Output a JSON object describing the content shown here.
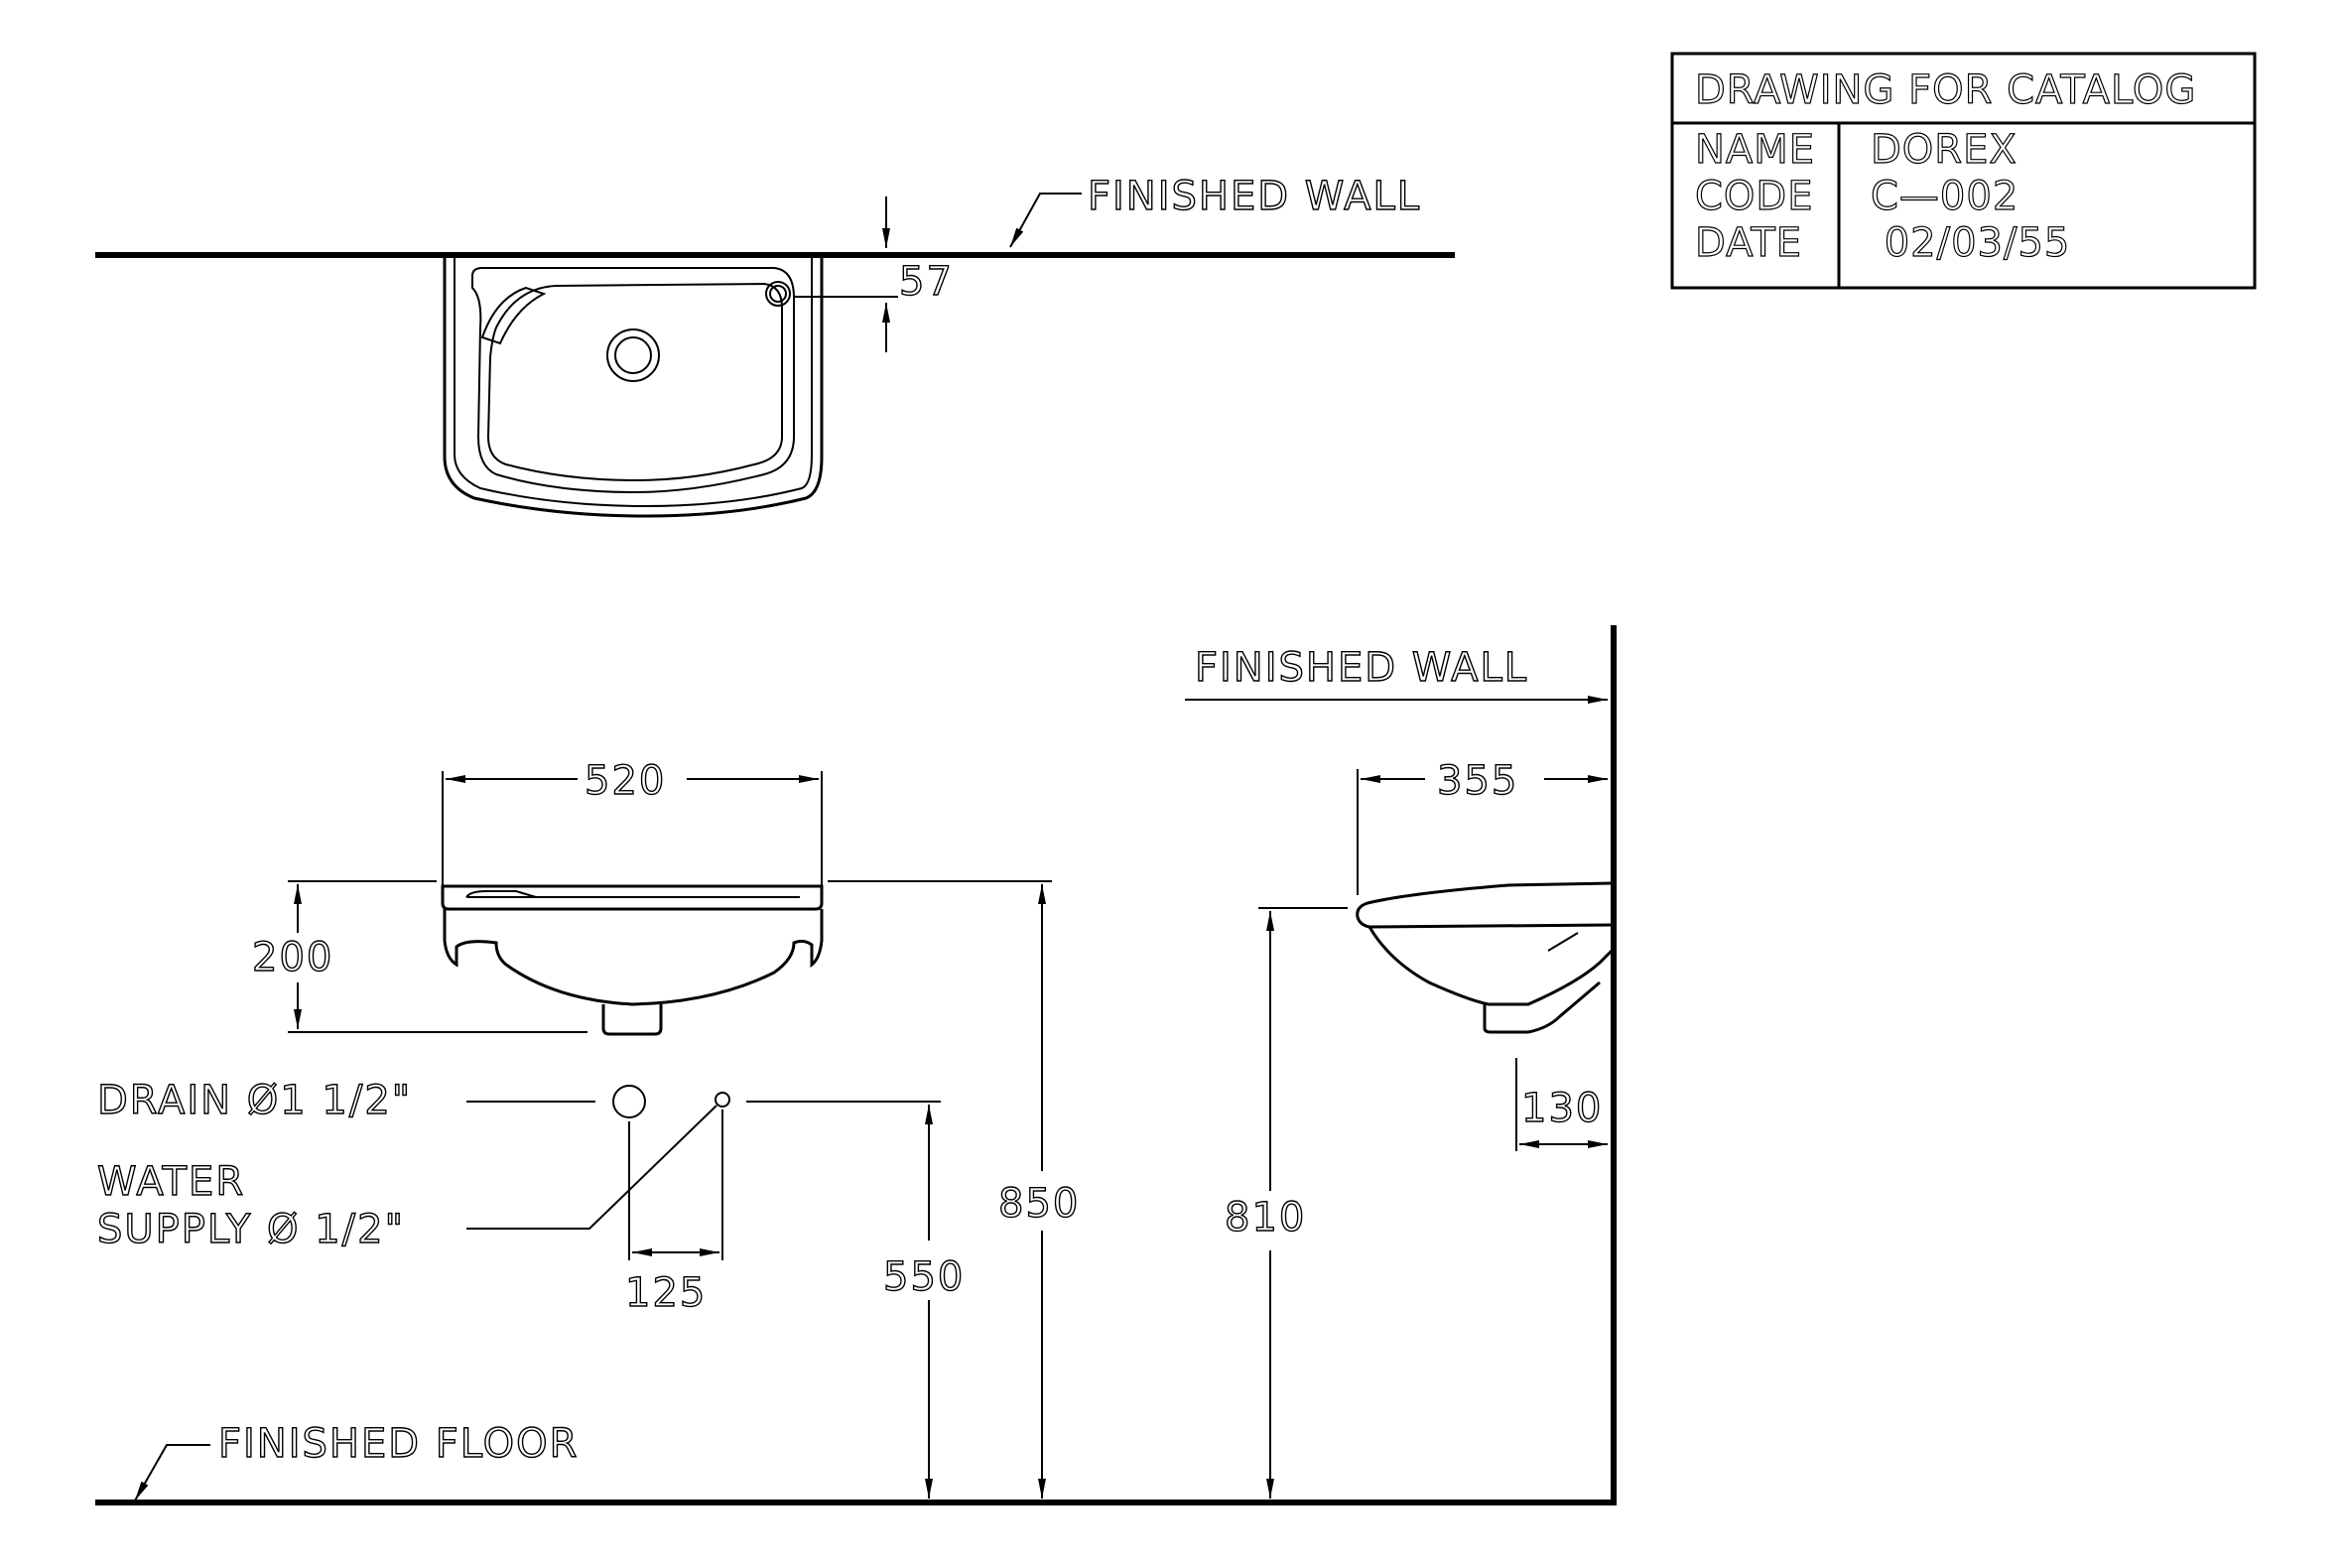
{
  "title_block": {
    "heading": "DRAWING FOR CATALOG",
    "rows": [
      {
        "label": "NAME",
        "value": "DOREX"
      },
      {
        "label": "CODE",
        "value": "C—002"
      },
      {
        "label": "DATE",
        "value": " 02/03/55"
      }
    ]
  },
  "labels": {
    "finished_wall_top": "FINISHED WALL",
    "finished_wall_side": "FINISHED WALL",
    "finished_floor": "FINISHED FLOOR",
    "drain": "DRAIN Ø1 1/2\"",
    "water": "WATER",
    "supply": "SUPPLY Ø 1/2\""
  },
  "dimensions": {
    "d57": "57",
    "d520": "520",
    "d200": "200",
    "d850": "850",
    "d550": "550",
    "d125": "125",
    "d355": "355",
    "d810": "810",
    "d130": "130"
  }
}
